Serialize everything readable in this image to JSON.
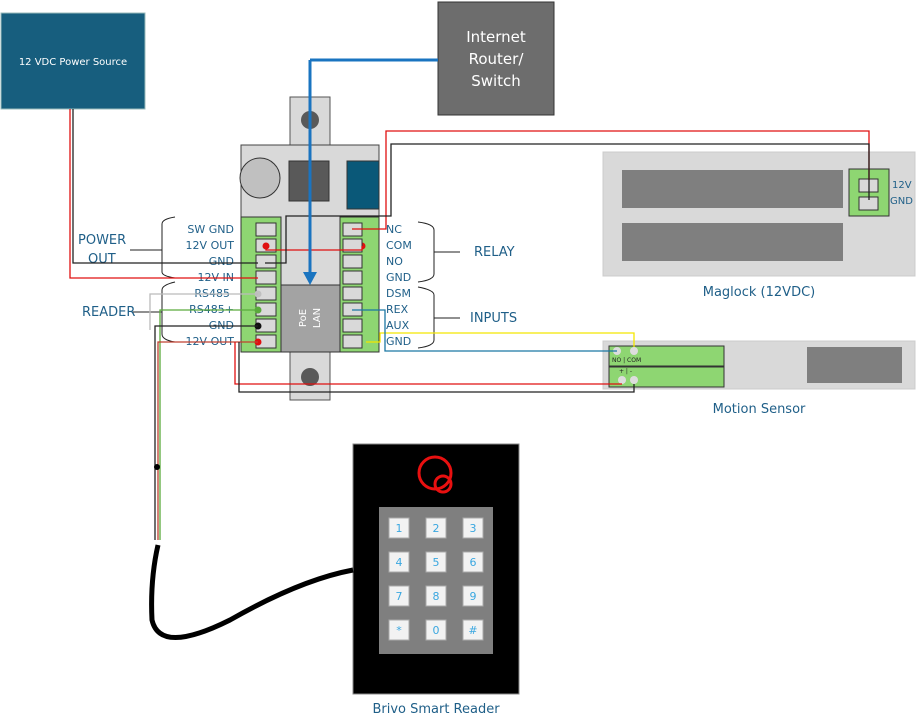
{
  "power_source": {
    "label": "12 VDC Power Source"
  },
  "router": {
    "lines": [
      "Internet",
      "Router/",
      "Switch"
    ]
  },
  "controller": {
    "lan_labels": [
      "PoE",
      "LAN"
    ],
    "left_terminals": [
      "SW GND",
      "12V OUT",
      "GND",
      "12V IN",
      "RS485-",
      "RS485+",
      "GND",
      "12V OUT"
    ],
    "right_terminals": [
      "NC",
      "COM",
      "NO",
      "GND",
      "DSM",
      "REX",
      "AUX",
      "GND"
    ]
  },
  "groups": {
    "power_out": [
      "POWER",
      "OUT"
    ],
    "reader": "READER",
    "relay": "RELAY",
    "inputs": "INPUTS"
  },
  "maglock": {
    "label": "Maglock (12VDC)",
    "terminals": [
      "12V",
      "GND"
    ]
  },
  "motion_sensor": {
    "label": "Motion Sensor",
    "top_terminals": "NO | COM",
    "bottom_terminals": "+ | -"
  },
  "reader": {
    "label": "Brivo Smart Reader",
    "keys": [
      "1",
      "2",
      "3",
      "4",
      "5",
      "6",
      "7",
      "8",
      "9",
      "*",
      "0",
      "#"
    ]
  },
  "colors": {
    "power_source_fill": "#175e7e",
    "router_fill": "#6d6d6d",
    "terminal_green": "#8ed672",
    "label_blue": "#1f5f88",
    "lan_arrow": "#1a74c0",
    "wire_red": "#e01010",
    "wire_black": "#111111",
    "wire_gray": "#c0c0c0",
    "wire_green": "#5aab3c",
    "wire_yellow": "#f3e600",
    "wire_teal": "#1b77a3",
    "reader_logo": "#e81010",
    "key_text": "#3aa7e0"
  }
}
